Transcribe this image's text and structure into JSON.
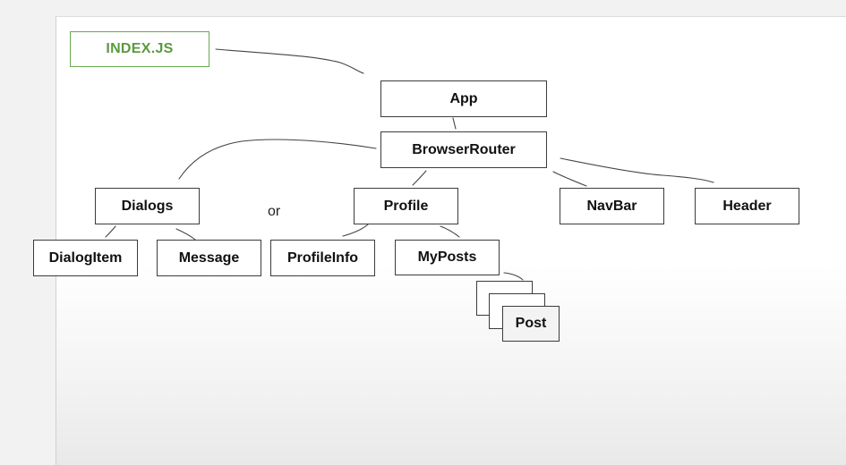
{
  "diagram": {
    "index_label": "INDEX.JS",
    "app_label": "App",
    "browser_router_label": "BrowserRouter",
    "dialogs_label": "Dialogs",
    "or_label": "or",
    "profile_label": "Profile",
    "navbar_label": "NavBar",
    "header_label": "Header",
    "dialog_item_label": "DialogItem",
    "message_label": "Message",
    "profile_info_label": "ProfileInfo",
    "my_posts_label": "MyPosts",
    "post_label": "Post"
  },
  "colors": {
    "index_accent": "#6aa84f",
    "box_border": "#3c3c3c",
    "connector": "#444444"
  }
}
